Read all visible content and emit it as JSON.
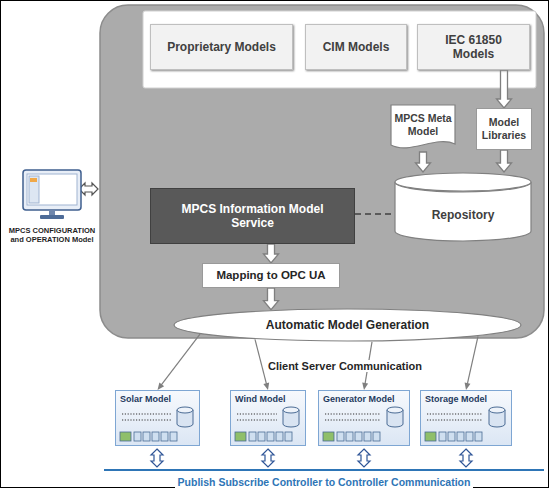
{
  "diagram": {
    "nodes": [
      {
        "text": [
          "Proprietary Models"
        ]
      },
      {
        "text": [
          "CIM Models"
        ]
      },
      {
        "text": [
          "IEC 61850 Models"
        ]
      },
      {
        "text": [
          "MPCS Meta Model"
        ]
      },
      {
        "text": [
          "Model Libraries"
        ]
      },
      {
        "text": [
          "MPCS CONFIGURATION and OPERATION Model"
        ]
      },
      {
        "text": [
          "MPCS Information Model Service"
        ]
      },
      {
        "text": [
          "Repository"
        ]
      },
      {
        "text": [
          "Mapping to OPC UA"
        ]
      },
      {
        "text": [
          "Automatic Model Generation"
        ]
      },
      {
        "text": [
          "Solar Model"
        ]
      },
      {
        "text": [
          "Wind Model"
        ]
      },
      {
        "text": [
          "Generator Model"
        ]
      },
      {
        "text": [
          "Storage Model"
        ]
      }
    ],
    "edges": [
      {
        "from": 2,
        "to": 4,
        "arrow": "to"
      },
      {
        "from": 3,
        "to": 7,
        "arrow": "to"
      },
      {
        "from": 4,
        "to": 7,
        "arrow": "to"
      },
      {
        "from": 6,
        "to": 7,
        "arrow": "none"
      },
      {
        "from": 6,
        "to": 8,
        "arrow": "to"
      },
      {
        "from": 8,
        "to": 9,
        "arrow": "to"
      },
      {
        "from": 9,
        "to": 10,
        "arrow": "to"
      },
      {
        "from": 9,
        "to": 11,
        "arrow": "to"
      },
      {
        "from": 9,
        "to": 12,
        "arrow": "to"
      },
      {
        "from": 9,
        "to": 13,
        "arrow": "to"
      }
    ],
    "labels": [
      "Client Server Communication",
      "Publish Subscribe Controller to Controller Communication"
    ]
  }
}
